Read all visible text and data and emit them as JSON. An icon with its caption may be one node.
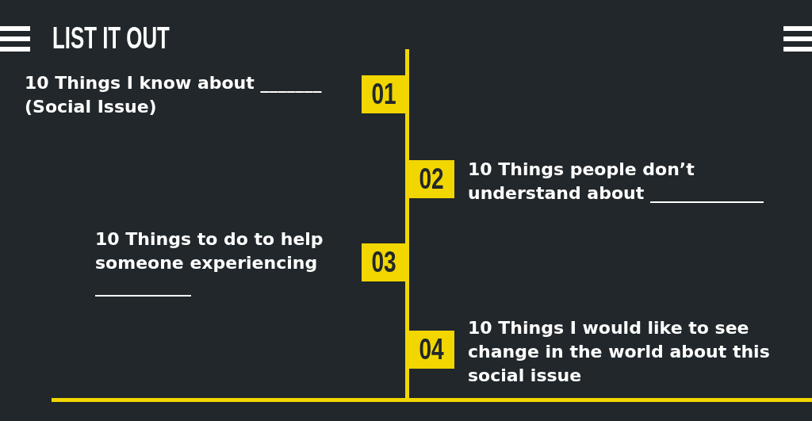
{
  "diagram": {
    "title": "LIST IT OUT",
    "nodes": [
      {
        "text": [
          "01"
        ],
        "beside": [
          "10 Things I know about _______ (Social Issue)"
        ]
      },
      {
        "text": [
          "02"
        ],
        "beside": [
          "10 Things people don’t understand about _____________"
        ]
      },
      {
        "text": [
          "03"
        ],
        "beside": [
          "10 Things to do to help someone experiencing ___________"
        ]
      },
      {
        "text": [
          "04"
        ],
        "beside": [
          "10 Things I would like to see change in the world about this social issue"
        ]
      }
    ]
  }
}
